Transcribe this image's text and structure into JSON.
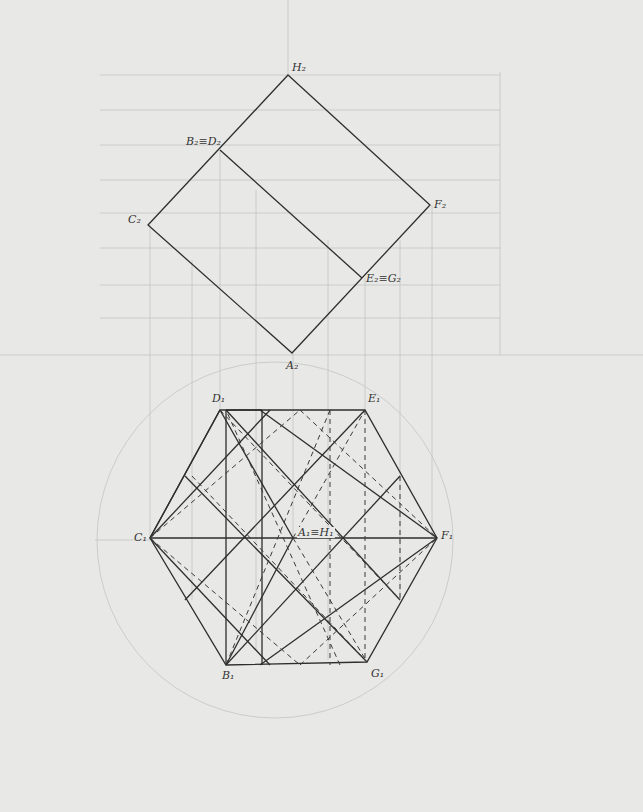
{
  "diagram": {
    "labels": [
      "H₂",
      "B₂≡D₂",
      "C₂",
      "F₂",
      "E₂≡G₂",
      "A₂",
      "D₁",
      "E₁",
      "C₁",
      "F₁",
      "A₁≡H₁",
      "B₁",
      "G₁"
    ]
  }
}
